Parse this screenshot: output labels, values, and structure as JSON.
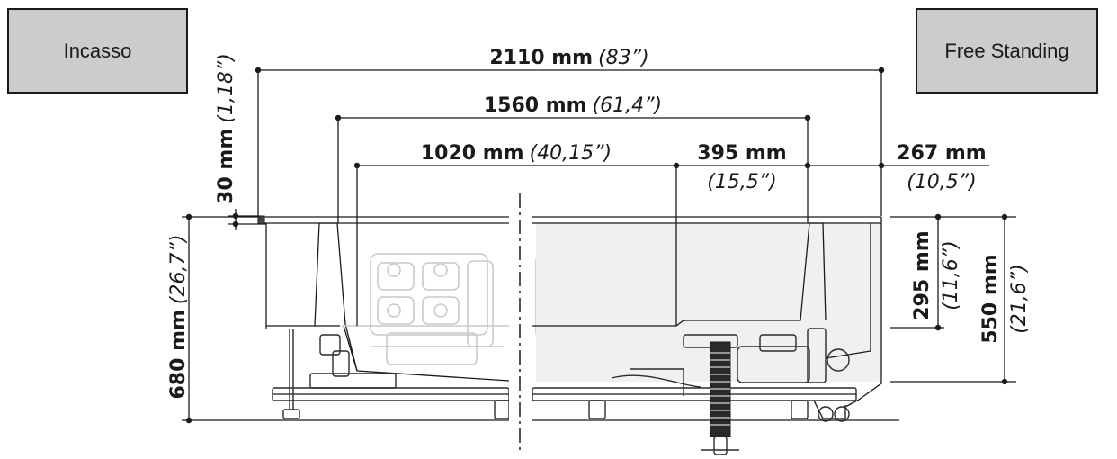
{
  "labels": {
    "left": "Incasso",
    "right": "Free Standing"
  },
  "dimensions": {
    "total_length": {
      "metric": "2110 mm",
      "imperial": "(83”)"
    },
    "internal_length": {
      "metric": "1560 mm",
      "imperial": "(61,4”)"
    },
    "bottom_length": {
      "metric": "1020 mm",
      "imperial": "(40,15”)"
    },
    "step_width": {
      "metric": "395 mm",
      "imperial": "(15,5”)"
    },
    "side_width": {
      "metric": "267 mm",
      "imperial": "(10,5”)"
    },
    "rim_thickness": {
      "metric": "30 mm",
      "imperial": "(1,18”)"
    },
    "total_height": {
      "metric": "680 mm",
      "imperial": "(26,7”)"
    },
    "inner_depth": {
      "metric": "295 mm",
      "imperial": "(11,6”)"
    },
    "tub_height": {
      "metric": "550 mm",
      "imperial": "(21,6”)"
    }
  }
}
